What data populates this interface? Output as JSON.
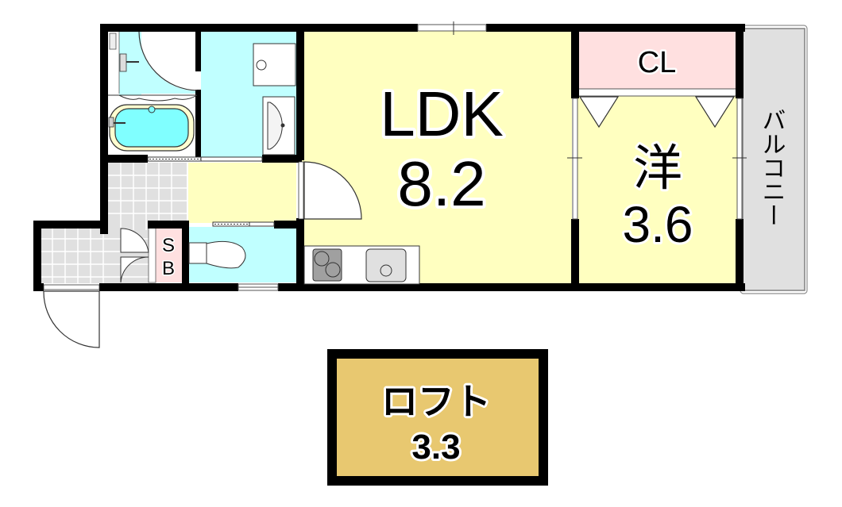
{
  "floorplan": {
    "rooms": {
      "ldk": {
        "name": "LDK",
        "size": "8.2",
        "color": "#ffffc0"
      },
      "western": {
        "name": "洋",
        "size": "3.6",
        "color": "#ffffc0"
      },
      "closet": {
        "name": "CL",
        "color": "#ffe0e0"
      },
      "balcony": {
        "name": "バルコニー",
        "color": "#e0e0e0"
      },
      "shoe_box": {
        "name_top": "S",
        "name_bottom": "B",
        "color": "#ffe0e0"
      },
      "loft": {
        "name": "ロフト",
        "size": "3.3",
        "color": "#e8c870"
      },
      "bathroom": {
        "color": "#c0ffff"
      },
      "washroom": {
        "color": "#c0ffff"
      },
      "toilet": {
        "color": "#c0ffff"
      },
      "entrance": {
        "color": "#e0e0e0"
      },
      "hallway": {
        "color": "#ffffc0"
      }
    },
    "colors": {
      "wall": "#000000",
      "tub_water": "#80ffff",
      "tub_rim": "#ffffd0",
      "stove": "#a0a0a0",
      "sink": "#e0e0e0"
    }
  }
}
